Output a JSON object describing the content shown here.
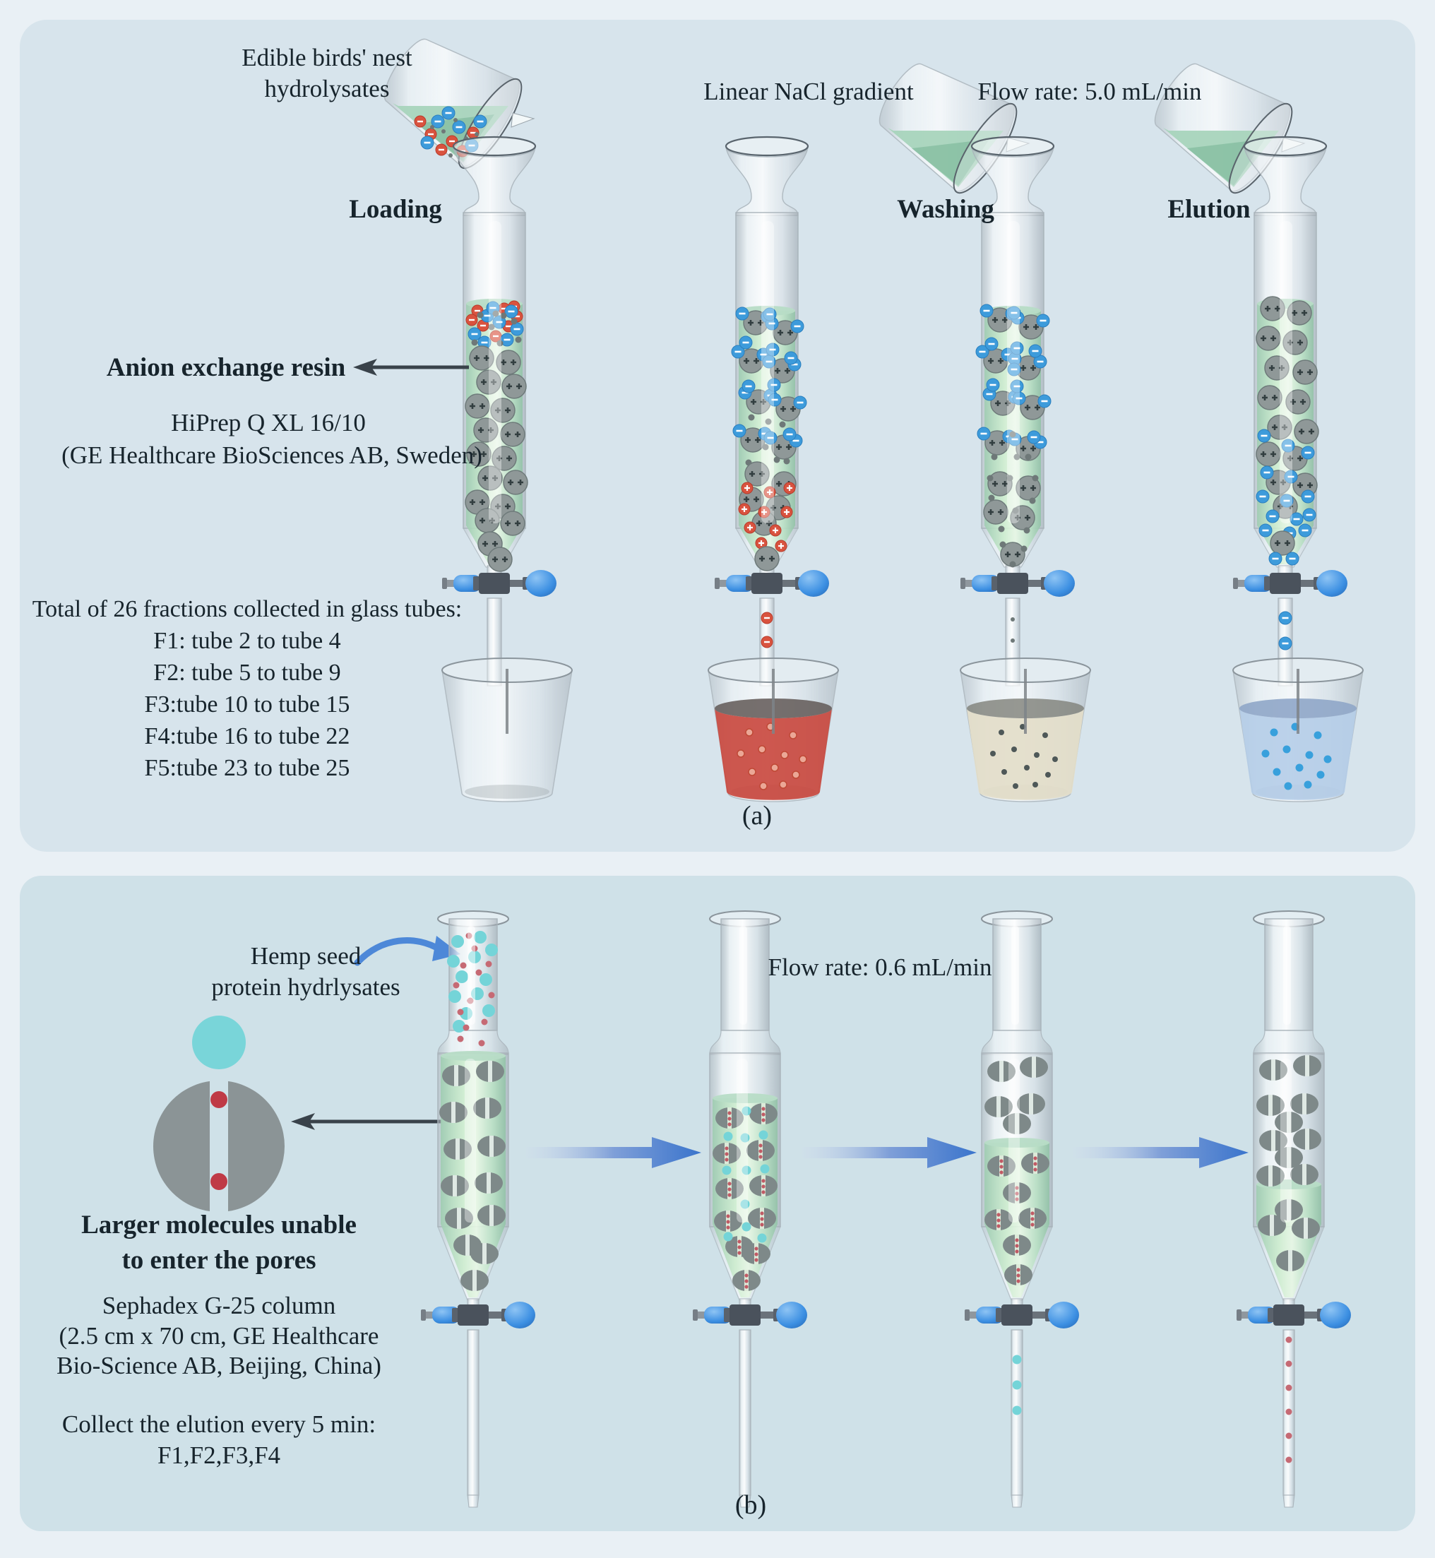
{
  "colors": {
    "outer_bg": "#e9f0f5",
    "panel_a_bg": "#d7e4ec",
    "panel_b_bg": "#cfe1e8",
    "liquid_green": "#c5e6cd",
    "resin_bead_gray": "#8f9898",
    "anion_blue": "#3d9bdb",
    "cation_red": "#d9533f",
    "large_molecule_cyan": "#74d4d8",
    "small_molecule_pink": "#c66a74",
    "stopcock_blue": "#3c8fe2",
    "flow_arrow_blue": "#3a74cc",
    "text": "#17242c",
    "collected_red": "#c9463c",
    "collected_beige": "#e3ddc9",
    "collected_blue": "#b5cde8"
  },
  "panel_a": {
    "label": "(a)",
    "sample_line1": "Edible birds' nest",
    "sample_line2": "hydrolysates",
    "stage_loading": "Loading",
    "gradient_label": "Linear NaCl gradient",
    "flow_rate": "Flow rate: 5.0 mL/min",
    "stage_washing": "Washing",
    "stage_elution": "Elution",
    "resin_label": "Anion exchange resin",
    "column_name": "HiPrep Q XL 16/10",
    "column_maker": "(GE Healthcare BioSciences AB, Sweden)",
    "fractions_title": "Total of 26 fractions collected in glass tubes:",
    "fractions": [
      "F1: tube 2 to tube 4",
      "F2: tube 5 to tube 9",
      "F3:tube 10 to tube 15",
      "F4:tube 16 to tube 22",
      "F5:tube 23 to tube 25"
    ]
  },
  "panel_b": {
    "label": "(b)",
    "sample_line1": "Hemp seed",
    "sample_line2": "protein hydrlysates",
    "flow_rate": "Flow rate: 0.6 mL/min",
    "pore_note_line1": "Larger molecules unable",
    "pore_note_line2": "to enter the pores",
    "column_name": "Sephadex G-25 column",
    "column_detail1": "(2.5 cm x 70 cm, GE Healthcare",
    "column_detail2": "Bio-Science AB, Beijing, China)",
    "collect_line1": "Collect the elution every 5 min:",
    "collect_line2": "F1,F2,F3,F4"
  }
}
